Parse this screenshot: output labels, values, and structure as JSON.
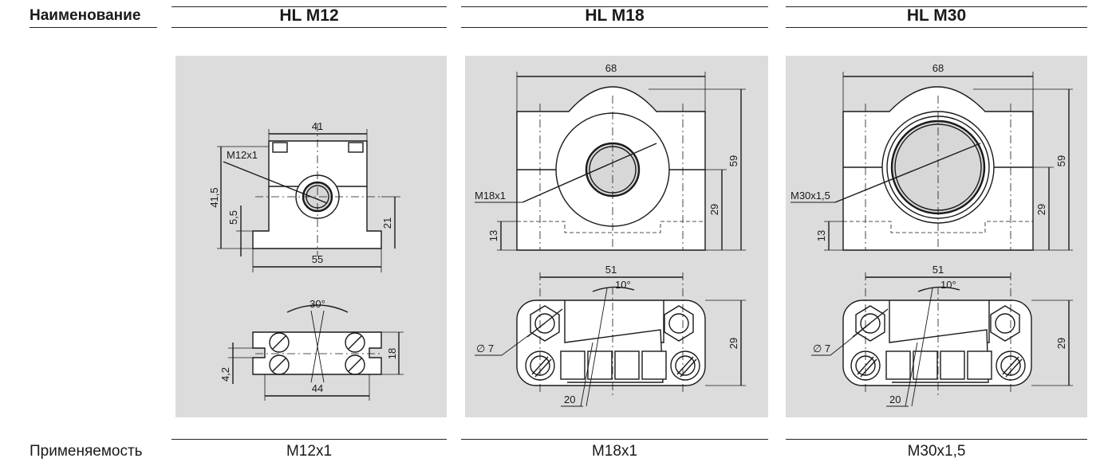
{
  "header": {
    "label": "Наименование",
    "columns": [
      "HL  M12",
      "HL  M18",
      "HL  M30"
    ]
  },
  "footer": {
    "label": "Применяемость",
    "values": [
      "M12x1",
      "M18x1",
      "M30x1,5"
    ]
  },
  "drawings": {
    "m12": {
      "width_top": "41",
      "thread": "M12x1",
      "height_total": "41,5",
      "offset": "5,5",
      "height_center": "21",
      "width_base": "55",
      "angle": "30°",
      "hole_height": "4,2",
      "height_bottom": "18",
      "width_holes": "44"
    },
    "m18": {
      "width_top": "68",
      "thread": "M18x1",
      "height_total": "59",
      "height_center": "29",
      "base_height": "13",
      "width_holes": "51",
      "angle": "10°",
      "hole_dia": "∅ 7",
      "height_bottom": "29",
      "clamp_width": "20"
    },
    "m30": {
      "width_top": "68",
      "thread": "M30x1,5",
      "height_total": "59",
      "height_center": "29",
      "base_height": "13",
      "width_holes": "51",
      "angle": "10°",
      "hole_dia": "∅ 7",
      "height_bottom": "29",
      "clamp_width": "20"
    }
  }
}
